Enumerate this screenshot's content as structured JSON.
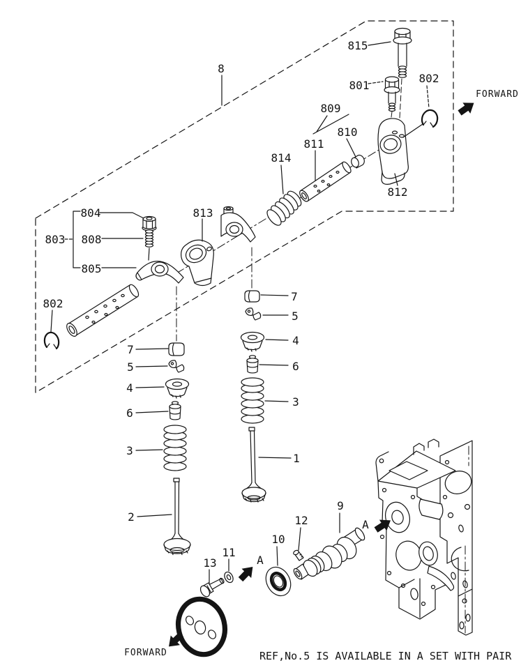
{
  "note": "REF,No.5 IS AVAILABLE IN A SET WITH PAIR",
  "direction": {
    "top_right": "FORWARD",
    "bottom_left": "FORWARD"
  },
  "section_markers": {
    "left": "A",
    "right": "A"
  },
  "callouts": {
    "p1": "1",
    "p2": "2",
    "p3l": "3",
    "p3r": "3",
    "p4l": "4",
    "p4r": "4",
    "p5l": "5",
    "p5r": "5",
    "p6l": "6",
    "p6r": "6",
    "p7l": "7",
    "p7r": "7",
    "p8": "8",
    "p9": "9",
    "p10": "10",
    "p11": "11",
    "p12": "12",
    "p13": "13",
    "p801": "801",
    "p802l": "802",
    "p802r": "802",
    "p803": "803",
    "p804": "804",
    "p805": "805",
    "p808": "808",
    "p809": "809",
    "p810": "810",
    "p811": "811",
    "p812": "812",
    "p813": "813",
    "p814": "814",
    "p815": "815"
  }
}
